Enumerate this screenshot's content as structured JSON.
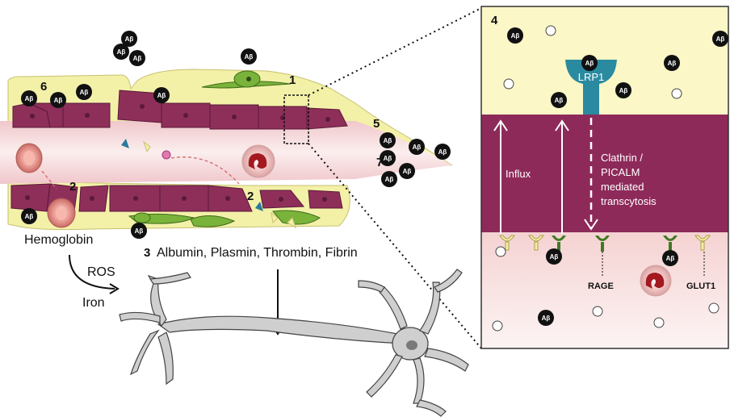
{
  "colors": {
    "endothelium": "#8e2f5a",
    "basement": "#f2f0a6",
    "lumen": "#f6d6d8",
    "pericyte": "#7ab33a",
    "abeta": "#111111",
    "lrp1": "#2a8aa0",
    "panel_top": "#fbf7c6",
    "panel_mid": "#8e2a5a",
    "panel_bot": "#f7dcdc"
  },
  "numbers": {
    "n1": "1",
    "n2a": "2",
    "n2b": "2",
    "n3": "3",
    "n4": "4",
    "n5": "5",
    "n6": "6",
    "n7": "7"
  },
  "labels": {
    "abeta": "Aβ",
    "hemoglobin": "Hemoglobin",
    "ros": "ROS",
    "iron": "Iron",
    "plasma_proteins": "Albumin,  Plasmin, Thrombin,  Fibrin",
    "lrp1": "LRP1",
    "influx": "Influx",
    "transcytosis": [
      "Clathrin /",
      "PICALM",
      "mediated",
      "transcytosis"
    ],
    "rage": "RAGE",
    "glut1": "GLUT1"
  },
  "icons": {
    "rbc": "red-blood-cell-icon",
    "neuron": "neuron-icon",
    "lrp1": "lrp1-receptor-icon",
    "rage": "rage-receptor-icon",
    "glut1": "glut1-transporter-icon"
  }
}
